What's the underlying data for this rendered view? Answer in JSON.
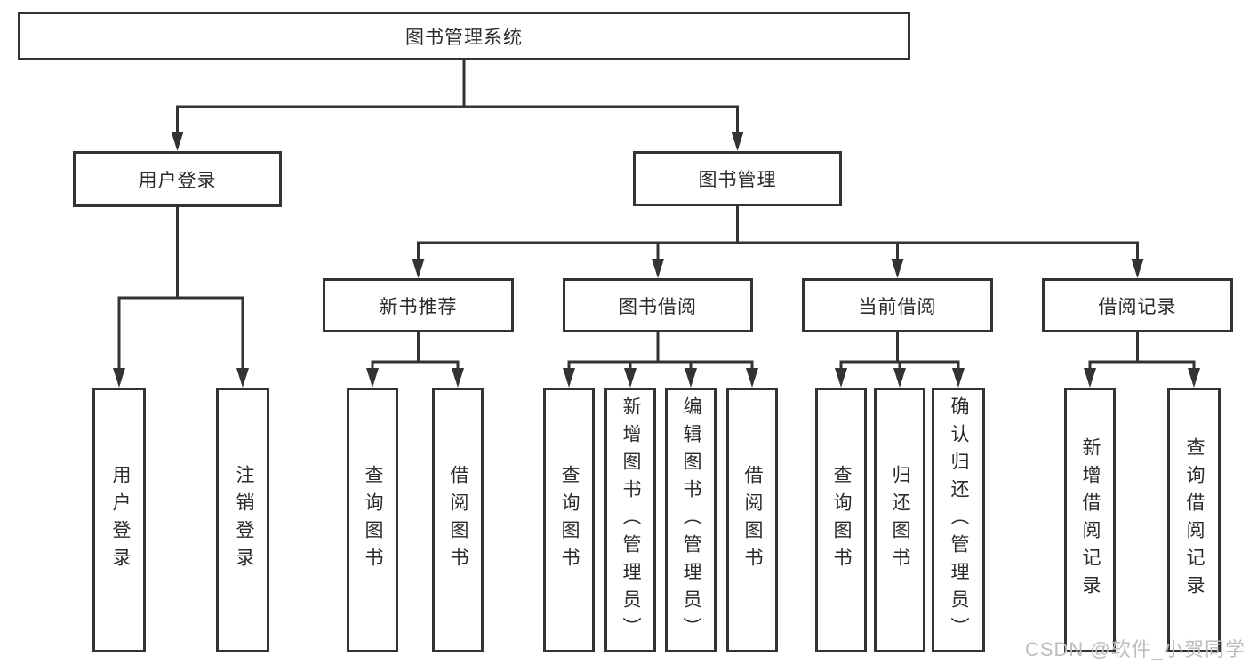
{
  "diagram": {
    "root": {
      "label": "图书管理系统",
      "children": [
        {
          "label": "用户登录",
          "children": [
            {
              "label": "用户登录"
            },
            {
              "label": "注销登录"
            }
          ]
        },
        {
          "label": "图书管理",
          "children": [
            {
              "label": "新书推荐",
              "children": [
                {
                  "label": "查询图书"
                },
                {
                  "label": "借阅图书"
                }
              ]
            },
            {
              "label": "图书借阅",
              "children": [
                {
                  "label": "查询图书"
                },
                {
                  "label": "新增图书（管理员）"
                },
                {
                  "label": "编辑图书（管理员）"
                },
                {
                  "label": "借阅图书"
                }
              ]
            },
            {
              "label": "当前借阅",
              "children": [
                {
                  "label": "查询图书"
                },
                {
                  "label": "归还图书"
                },
                {
                  "label": "确认归还（管理员）"
                }
              ]
            },
            {
              "label": "借阅记录",
              "children": [
                {
                  "label": "新增借阅记录"
                },
                {
                  "label": "查询借阅记录"
                }
              ]
            }
          ]
        }
      ]
    }
  },
  "watermark": {
    "text": "CSDN @软件_小贺同学"
  },
  "colors": {
    "background": "#ffffff",
    "line": "#333333",
    "box_border": "#333333",
    "box_fill": "#ffffff",
    "text": "#2b2b2b",
    "watermark": "#bdbdbd"
  }
}
